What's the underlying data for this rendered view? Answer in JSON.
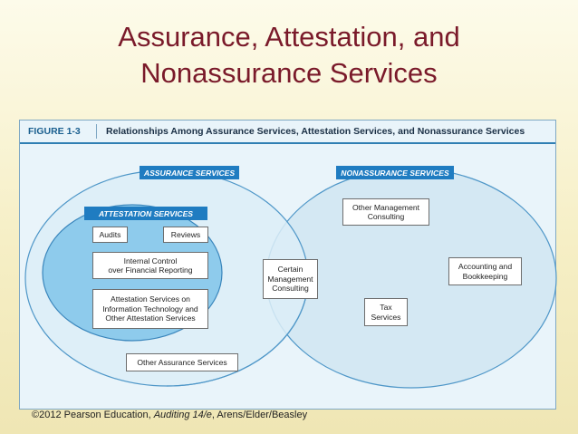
{
  "title": {
    "line1": "Assurance, Attestation, and",
    "line2": "Nonassurance Services"
  },
  "figure": {
    "number": "FIGURE 1-3",
    "caption": "Relationships Among Assurance Services, Attestation Services, and Nonassurance Services"
  },
  "diagram": {
    "assurance_header": "ASSURANCE SERVICES",
    "nonassurance_header": "NONASSURANCE SERVICES",
    "attestation_header": "ATTESTATION SERVICES",
    "boxes": {
      "audits": "Audits",
      "reviews": "Reviews",
      "internal_control": "Internal Control\nover Financial Reporting",
      "attestation_it": "Attestation Services on\nInformation Technology and\nOther Attestation Services",
      "other_assurance": "Other Assurance Services",
      "certain_mgmt": "Certain\nManagement\nConsulting",
      "other_mgmt": "Other Management\nConsulting",
      "accounting": "Accounting and\nBookkeeping",
      "tax": "Tax\nServices"
    },
    "colors": {
      "assurance_fill": "#dcedf7",
      "nonassurance_fill": "#d4e8f3",
      "attestation_fill": "#8ecbec",
      "header_blue": "#1f7cc1",
      "title_color": "#7a1a2a"
    }
  },
  "footer": {
    "prefix": "©2012 Pearson Education, ",
    "book": "Auditing 14/e",
    "suffix": ", Arens/Elder/Beasley"
  }
}
